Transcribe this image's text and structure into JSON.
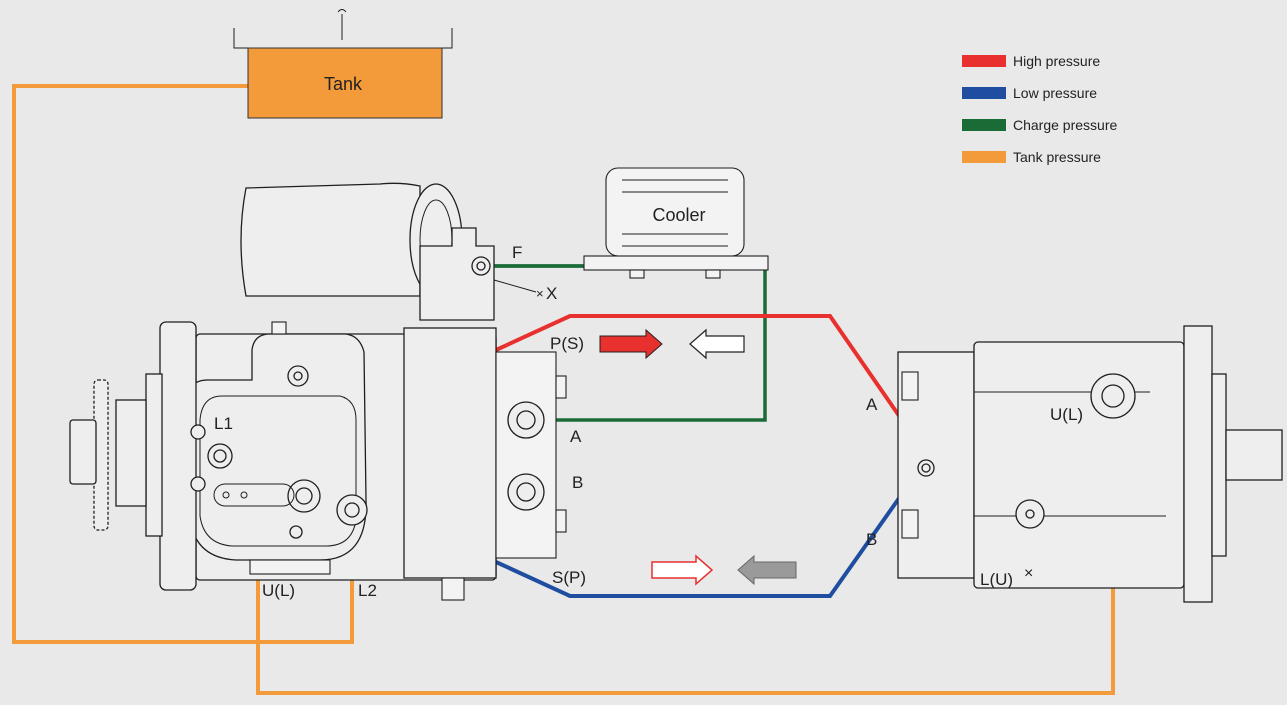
{
  "legend": {
    "items": [
      {
        "label": "High pressure",
        "color": "#e8302e"
      },
      {
        "label": "Low pressure",
        "color": "#1f4ea1"
      },
      {
        "label": "Charge pressure",
        "color": "#1a6b36"
      },
      {
        "label": "Tank pressure",
        "color": "#f39a3a"
      }
    ]
  },
  "components": {
    "tank": "Tank",
    "cooler": "Cooler"
  },
  "ports": {
    "F": "F",
    "X": "X",
    "L1": "L1",
    "L2": "L2",
    "UL_pump": "U(L)",
    "A_pump": "A",
    "B_pump": "B",
    "PS": "P(S)",
    "SP": "S(P)",
    "A_motor": "A",
    "B_motor": "B",
    "UL_motor": "U(L)",
    "LU_motor": "L(U)"
  },
  "colors": {
    "high": "#e8302e",
    "low": "#1f4ea1",
    "charge": "#1a6b36",
    "tank": "#f39a3a",
    "background": "#e9e9e9"
  }
}
